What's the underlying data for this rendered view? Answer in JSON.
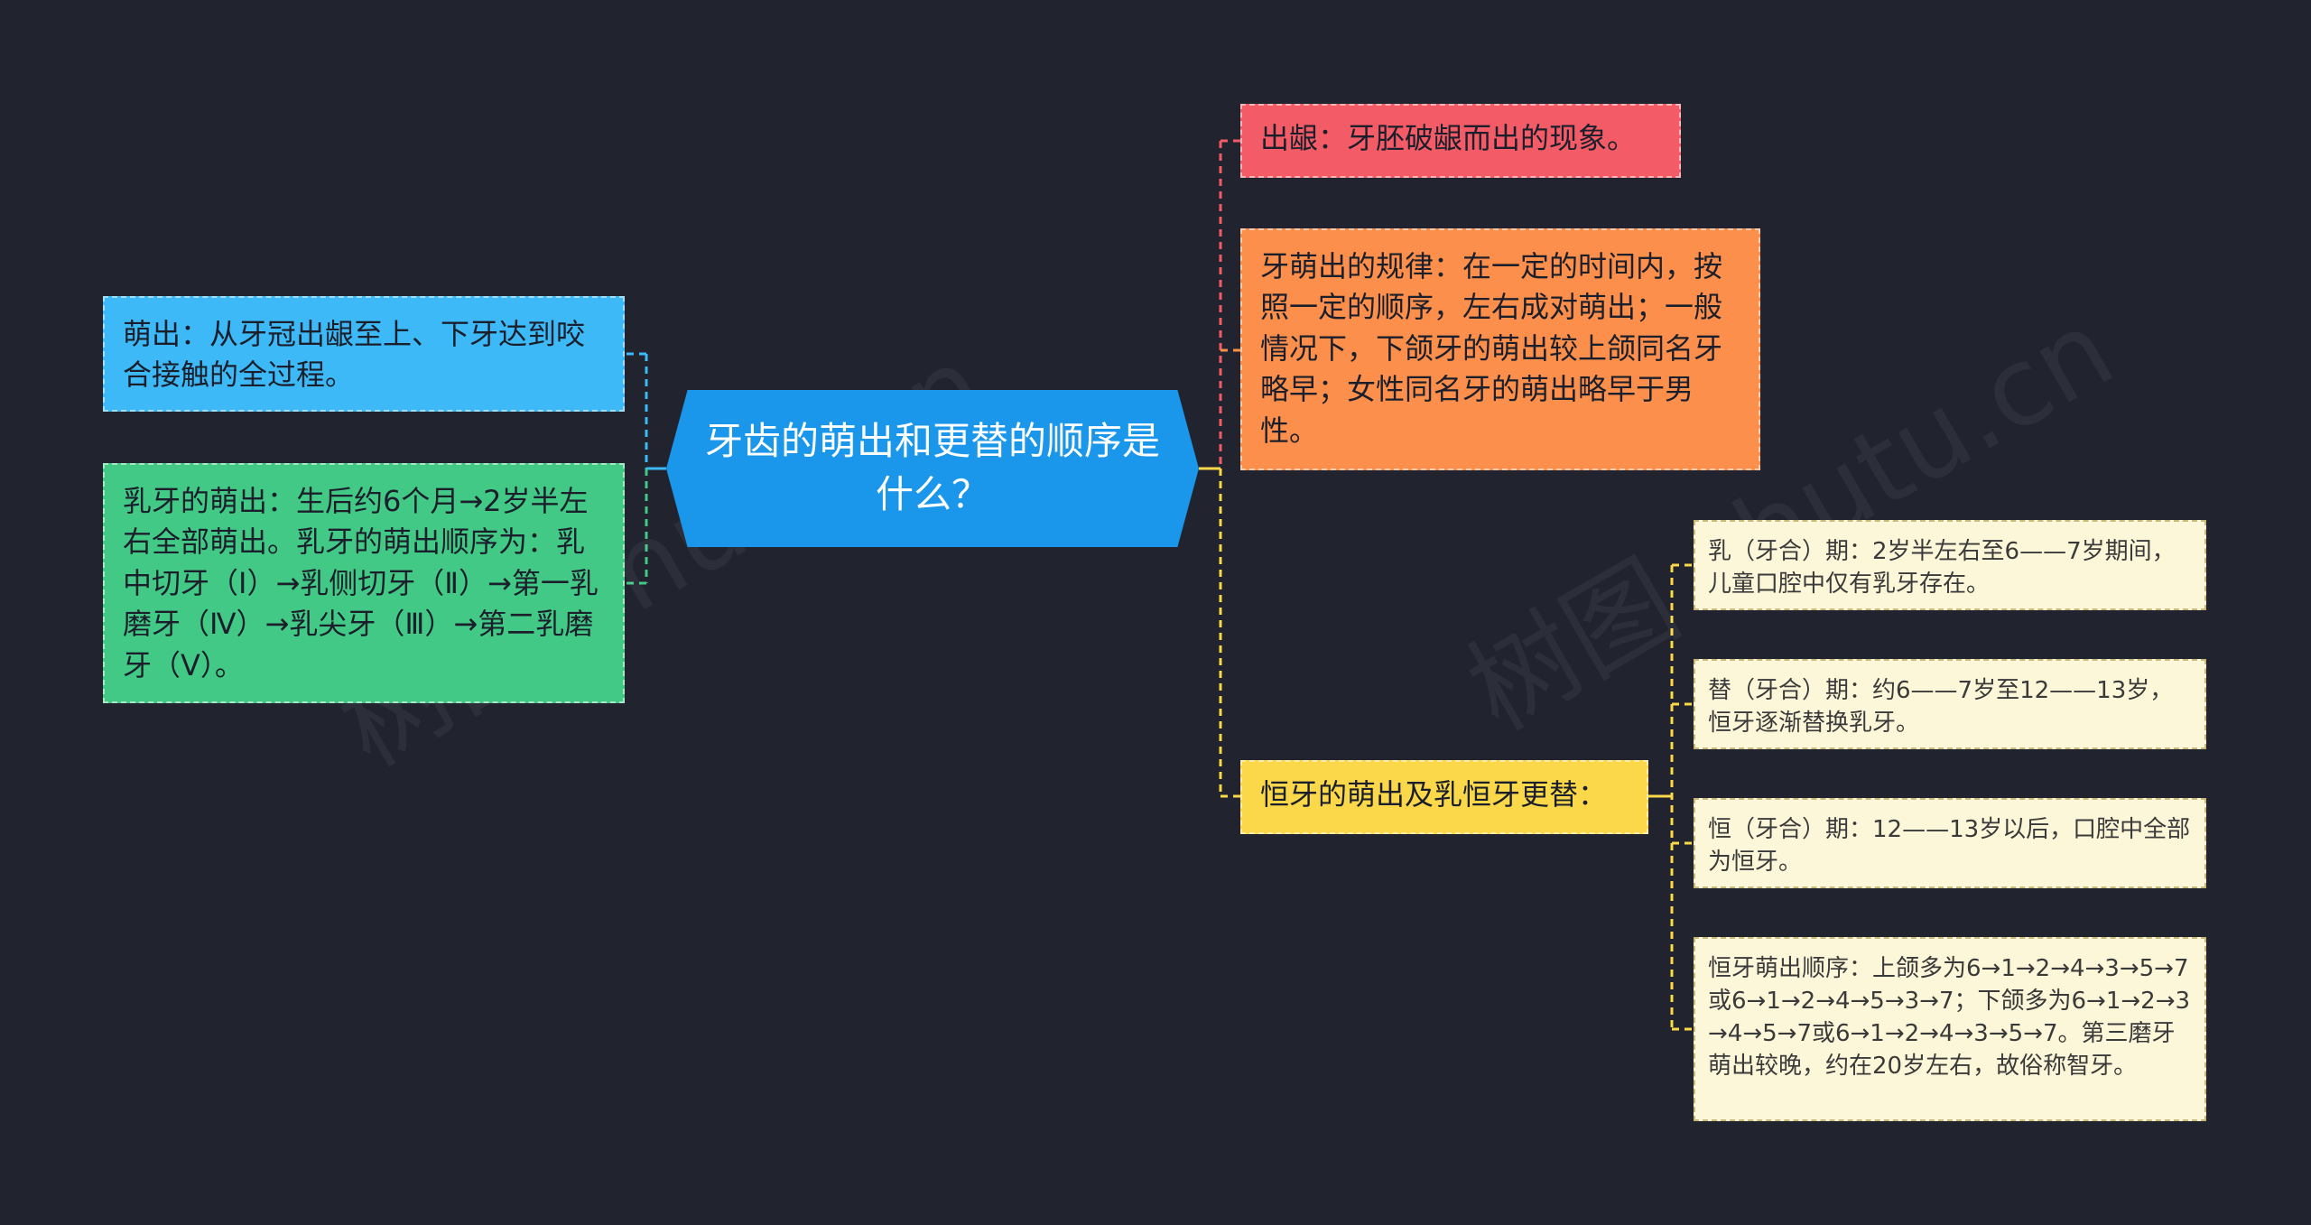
{
  "central": {
    "title": "牙齿的萌出和更替的顺序是什么？"
  },
  "left": [
    {
      "text": "萌出：从牙冠出龈至上、下牙达到咬合接触的全过程。"
    },
    {
      "text": "乳牙的萌出：生后约6个月→2岁半左右全部萌出。乳牙的萌出顺序为：乳中切牙（Ⅰ）→乳侧切牙（Ⅱ）→第一乳磨牙（Ⅳ）→乳尖牙（Ⅲ）→第二乳磨牙（Ⅴ）。"
    }
  ],
  "right": [
    {
      "text": "出龈：牙胚破龈而出的现象。"
    },
    {
      "text": "牙萌出的规律：在一定的时间内，按照一定的顺序，左右成对萌出；一般情况下，下颌牙的萌出较上颌同名牙略早；女性同名牙的萌出略早于男性。"
    },
    {
      "text": "恒牙的萌出及乳恒牙更替："
    }
  ],
  "sub": [
    {
      "text": "乳（牙合）期：2岁半左右至6——7岁期间，儿童口腔中仅有乳牙存在。"
    },
    {
      "text": "替（牙合）期：约6——7岁至12——13岁，恒牙逐渐替换乳牙。"
    },
    {
      "text": "恒（牙合）期：12——13岁以后，口腔中全部为恒牙。"
    },
    {
      "text": "恒牙萌出顺序：上颌多为6→1→2→4→3→5→7或6→1→2→4→5→3→7；下颌多为6→1→2→3→4→5→7或6→1→2→4→3→5→7。第三磨牙萌出较晚，约在20岁左右，故俗称智牙。"
    }
  ],
  "watermark": "树图 shutu.cn",
  "colors": {
    "background": "#21232f",
    "central": "#1a96ea",
    "left_1": "#3db9f7",
    "left_2": "#43c986",
    "right_1": "#f35c66",
    "right_2": "#fb8f4b",
    "right_3": "#fbd84a",
    "sub": "#fdf7d9"
  }
}
